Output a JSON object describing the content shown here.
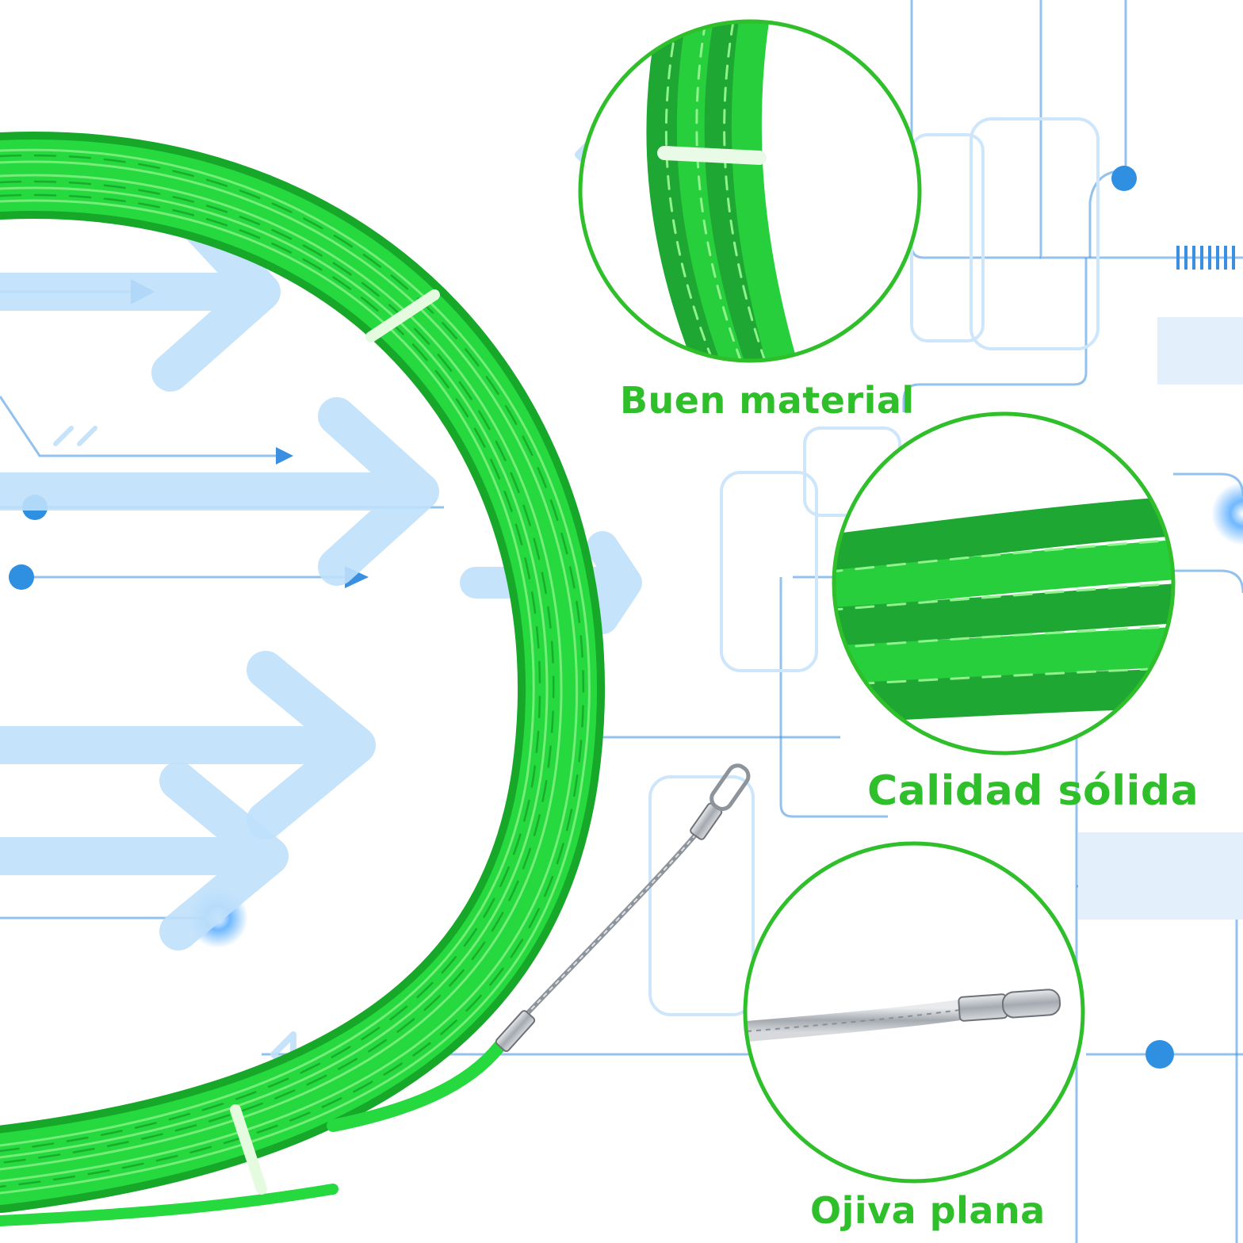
{
  "features": [
    {
      "label": "Buen material"
    },
    {
      "label": "Calidad sólida"
    },
    {
      "label": "Ojiva plana"
    }
  ],
  "colors": {
    "accent": "#2fbf2a",
    "cable": "#22d63b",
    "cable_dark": "#17a82a",
    "cable_light": "#7df07f",
    "circuit": "#2f8fe0",
    "circuit_light": "#cde6fb",
    "arrow": "#bfe0fb",
    "steel": "#b8bcc2",
    "background": "#ffffff"
  },
  "icons": {
    "hero": "coiled-fish-tape-icon",
    "zoom_1": "braided-cable-closeup-icon",
    "zoom_2": "cable-strands-closeup-icon",
    "zoom_3": "flat-tip-closeup-icon"
  }
}
